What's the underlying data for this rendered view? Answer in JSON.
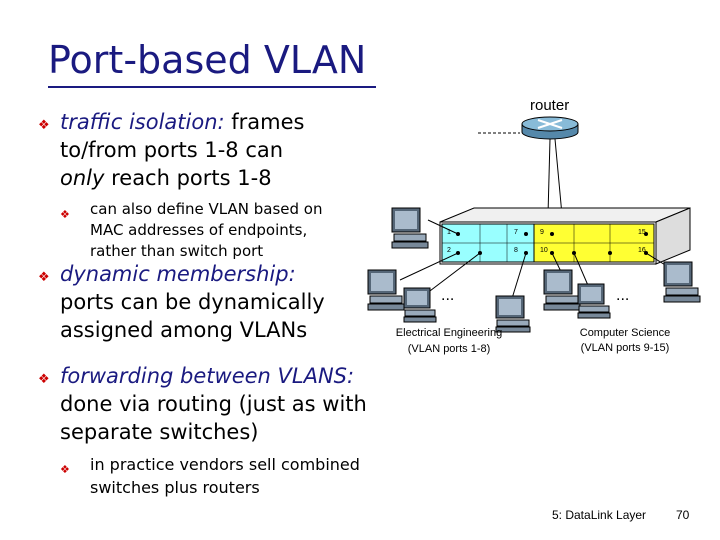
{
  "slide": {
    "title": "Port-based VLAN",
    "bullets": {
      "b1_term": "traffic isolation:",
      "b1_rest": " frames",
      "b1_line2": "to/from ports 1-8 can",
      "b1_only": "only",
      "b1_line3_rest": " reach ports 1-8",
      "b1_sub_line1": "can also define VLAN based on",
      "b1_sub_line2": "MAC addresses of endpoints,",
      "b1_sub_line3": "rather than switch port",
      "b2_term": "dynamic membership:",
      "b2_line2": "ports can be dynamically",
      "b2_line3": "assigned among VLANs",
      "b3_term": "forwarding between VLANS:",
      "b3_line2": "done via routing (just as with",
      "b3_line3": "separate switches)",
      "b3_sub_line1": "in practice vendors sell combined",
      "b3_sub_line2": "switches plus routers"
    }
  },
  "diagram": {
    "router_label": "router",
    "ports_left": [
      "1",
      "2",
      "7",
      "8"
    ],
    "ports_right": [
      "9",
      "10",
      "15",
      "16"
    ],
    "left_ellipsis": "...",
    "right_ellipsis": "...",
    "ee_label_line1": "Electrical Engineering",
    "ee_label_line2": "(VLAN ports 1-8)",
    "cs_label_line1": "Computer Science",
    "cs_label_line2": "(VLAN ports 9-15)",
    "colors": {
      "vlan_ee": "#99ffff",
      "vlan_cs": "#ffff33",
      "title": "#1a1a80",
      "bullet": "#cc0000"
    }
  },
  "footer": {
    "chapter": "5: DataLink Layer",
    "page": "70"
  }
}
